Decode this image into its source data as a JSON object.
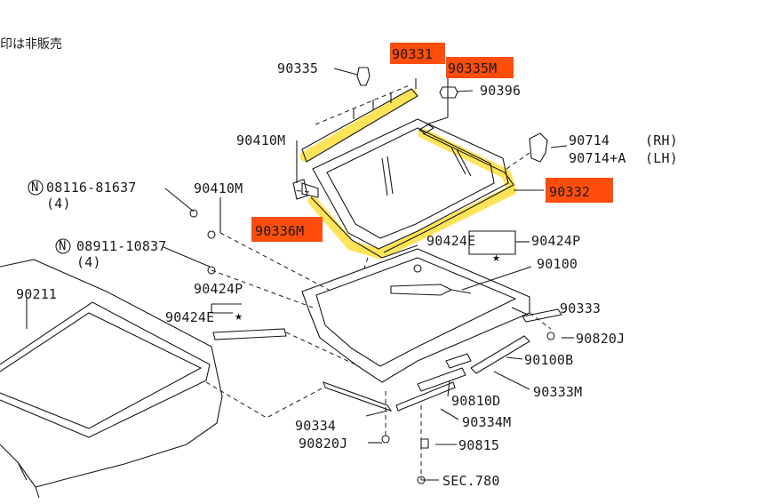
{
  "note_text": "印は非販売",
  "labels": {
    "p90335": "90335",
    "p90331": "90331",
    "p90335m": "90335M",
    "p90396": "90396",
    "p90410m_top": "90410M",
    "p90714": "90714",
    "p90714_rh": "(RH)",
    "p90714a": "90714+A",
    "p90714a_lh": "(LH)",
    "p08116": "08116-81637",
    "p08116_qty": "(4)",
    "p90410m_mid": "90410M",
    "p90332": "90332",
    "p90336m": "90336M",
    "p90424e_top": "90424E",
    "p90424p_top": "90424P",
    "p08911": "08911-10837",
    "p08911_qty": "(4)",
    "p90100": "90100",
    "p90211": "90211",
    "p90424p_left": "90424P",
    "p90424e_left": "90424E",
    "p90333": "90333",
    "p90820j_right": "90820J",
    "p90100b": "90100B",
    "p90333m": "90333M",
    "p90810d": "90810D",
    "p90334": "90334",
    "p90334m": "90334M",
    "p90820j_bottom": "90820J",
    "p90815": "90815",
    "sec780": "SEC.780",
    "n_marker_1": "N",
    "n_marker_2": "N"
  },
  "highlighted_parts": [
    "90331",
    "90335M",
    "90332",
    "90336M"
  ],
  "colors": {
    "highlight_label": "#ff4d0c",
    "highlight_seal": "#ffe14a",
    "line": "#1a1a1a"
  }
}
